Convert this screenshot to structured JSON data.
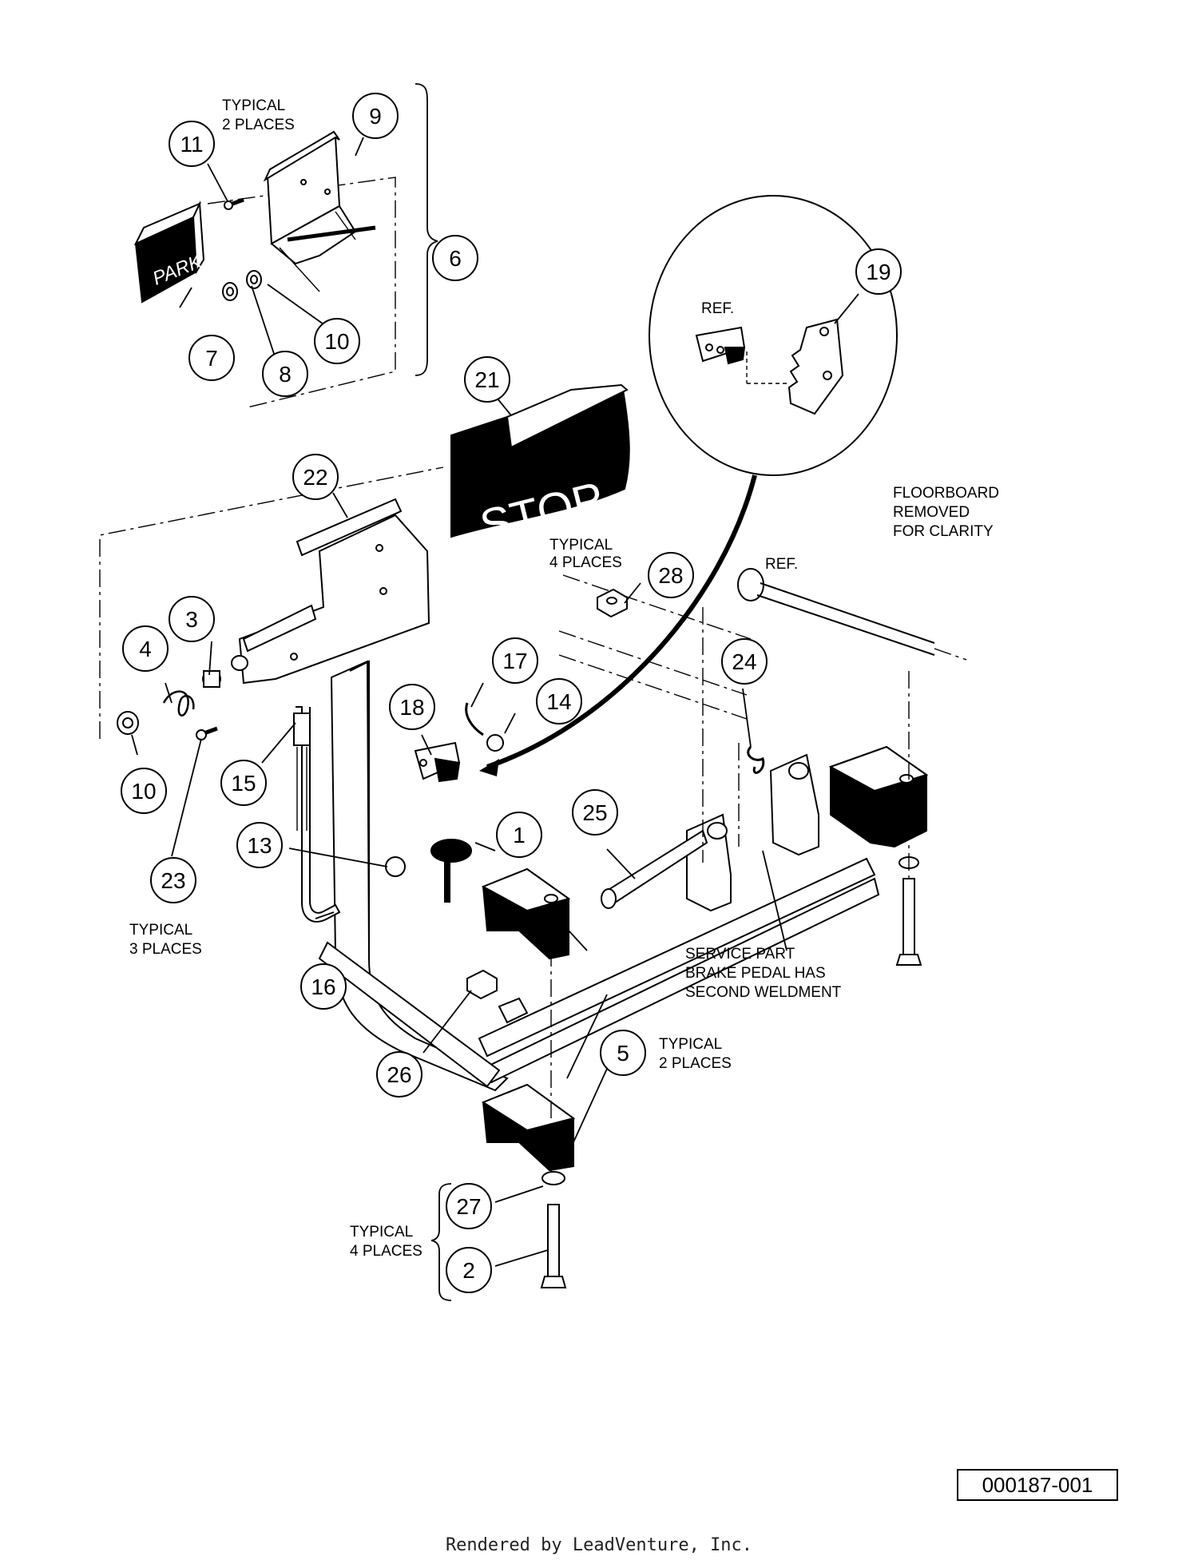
{
  "callouts": [
    {
      "id": "1",
      "label": "1"
    },
    {
      "id": "2",
      "label": "2"
    },
    {
      "id": "3",
      "label": "3"
    },
    {
      "id": "4",
      "label": "4"
    },
    {
      "id": "5a",
      "label": "5"
    },
    {
      "id": "5b",
      "label": "5"
    },
    {
      "id": "6",
      "label": "6"
    },
    {
      "id": "7",
      "label": "7"
    },
    {
      "id": "8",
      "label": "8"
    },
    {
      "id": "9",
      "label": "9"
    },
    {
      "id": "10a",
      "label": "10"
    },
    {
      "id": "10b",
      "label": "10"
    },
    {
      "id": "11",
      "label": "11"
    },
    {
      "id": "13",
      "label": "13"
    },
    {
      "id": "14",
      "label": "14"
    },
    {
      "id": "15",
      "label": "15"
    },
    {
      "id": "16",
      "label": "16"
    },
    {
      "id": "17",
      "label": "17"
    },
    {
      "id": "18",
      "label": "18"
    },
    {
      "id": "19",
      "label": "19"
    },
    {
      "id": "21",
      "label": "21"
    },
    {
      "id": "22",
      "label": "22"
    },
    {
      "id": "23",
      "label": "23"
    },
    {
      "id": "24",
      "label": "24"
    },
    {
      "id": "25",
      "label": "25"
    },
    {
      "id": "26",
      "label": "26"
    },
    {
      "id": "27",
      "label": "27"
    },
    {
      "id": "28",
      "label": "28"
    }
  ],
  "notes": {
    "typical_2_places_top": [
      "TYPICAL",
      "2 PLACES"
    ],
    "typical_4_places_28": [
      "TYPICAL",
      "4 PLACES"
    ],
    "typical_3_places": [
      "TYPICAL",
      "3 PLACES"
    ],
    "typical_2_places_5": [
      "TYPICAL",
      "2 PLACES"
    ],
    "typical_4_places_bottom": [
      "TYPICAL",
      "4 PLACES"
    ],
    "floorboard": [
      "FLOORBOARD",
      "REMOVED",
      "FOR CLARITY"
    ],
    "service_part": [
      "SERVICE PART",
      "BRAKE PEDAL HAS",
      "SECOND WELDMENT"
    ],
    "ref_detail": "REF.",
    "ref_shaft": "REF."
  },
  "decals": {
    "park": "PARK",
    "stop": "STOP"
  },
  "drawing_number": "000187-001",
  "render_credit": "Rendered by LeadVenture, Inc."
}
